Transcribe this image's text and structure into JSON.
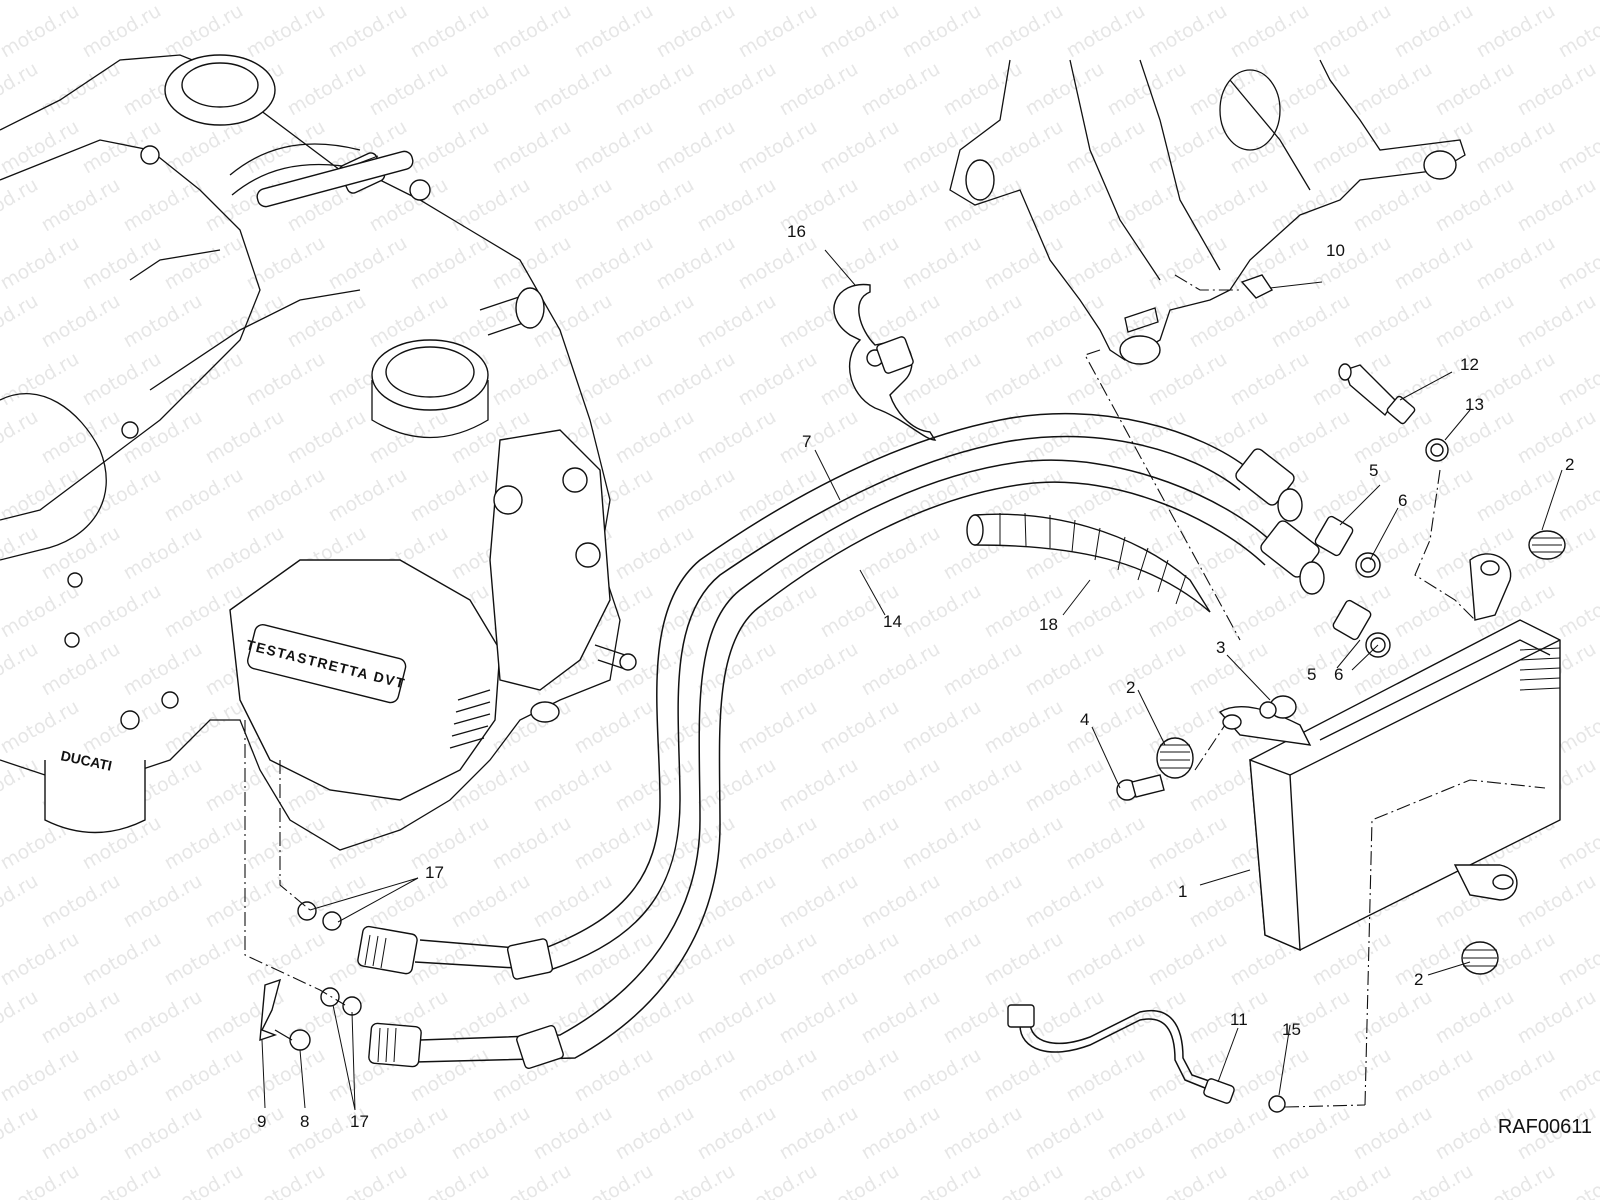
{
  "drawing_code": "RAF00611",
  "watermark": "motod.ru",
  "engine_badge": "TESTASTRETTA DVT",
  "brand_mark": "DUCATI",
  "callouts": {
    "c1": "1",
    "c2a": "2",
    "c2b": "2",
    "c2c": "2",
    "c3": "3",
    "c4": "4",
    "c5a": "5",
    "c5b": "5",
    "c6a": "6",
    "c6b": "6",
    "c7": "7",
    "c8": "8",
    "c9": "9",
    "c10": "10",
    "c11": "11",
    "c12": "12",
    "c13": "13",
    "c14": "14",
    "c15": "15",
    "c16": "16",
    "c17a": "17",
    "c17b": "17",
    "c18": "18"
  }
}
